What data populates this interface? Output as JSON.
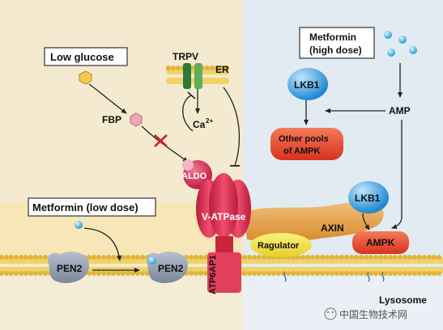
{
  "boxes": {
    "low_glucose": "Low glucose",
    "metformin_high_line1": "Metformin",
    "metformin_high_line2": "(high dose)",
    "metformin_low": "Metformin (low dose)"
  },
  "molecules": {
    "fbp": "FBP",
    "trpv": "TRPV",
    "er": "ER",
    "calcium": "Ca",
    "calcium_charge": "2+",
    "aldo": "ALDO",
    "v_atpase": "V-ATPase",
    "atp6ap1": "ATP6AP1",
    "pen2_left": "PEN2",
    "pen2_right": "PEN2",
    "lkb1_top": "LKB1",
    "lkb1_bottom": "LKB1",
    "amp": "AMP",
    "other_pools_line1": "Other pools",
    "other_pools_line2": "of AMPK",
    "axin": "AXIN",
    "ampk": "AMPK",
    "ragulator": "Ragulator",
    "lysosome": "Lysosome"
  },
  "watermark": "中国生物技术网",
  "colors": {
    "cytosol": "#f5ecd2",
    "lysosome_bg": "#dfe8ef",
    "membrane": "#e8c24a",
    "pen2": "#8e97aa",
    "lkb1": "#2f9ee0",
    "ampk": "#e8442a",
    "v_atpase": "#d8264a",
    "axin": "#e4a24c",
    "ragulator": "#f3e24a"
  }
}
